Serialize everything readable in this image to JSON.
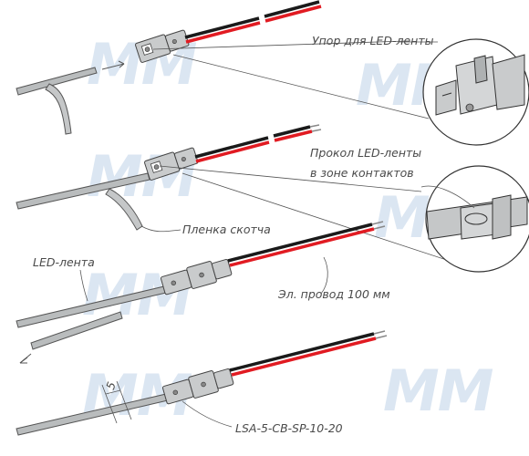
{
  "watermark": "MM",
  "labels": {
    "stop": "Упор для LED-ленты",
    "pierce_line1": "Прокол LED-ленты",
    "pierce_line2": "в зоне контактов",
    "tape_film": "Пленка скотча",
    "led_strip": "LED-лента",
    "wire": "Эл. провод 100 мм",
    "dimension": "5",
    "part_number": "LSA-5-CB-SP-10-20"
  },
  "colors": {
    "wire_red": "#e11b22",
    "wire_black": "#1a1a1a",
    "strip": "#b9bcbd",
    "watermark": "#dbe6f2"
  }
}
